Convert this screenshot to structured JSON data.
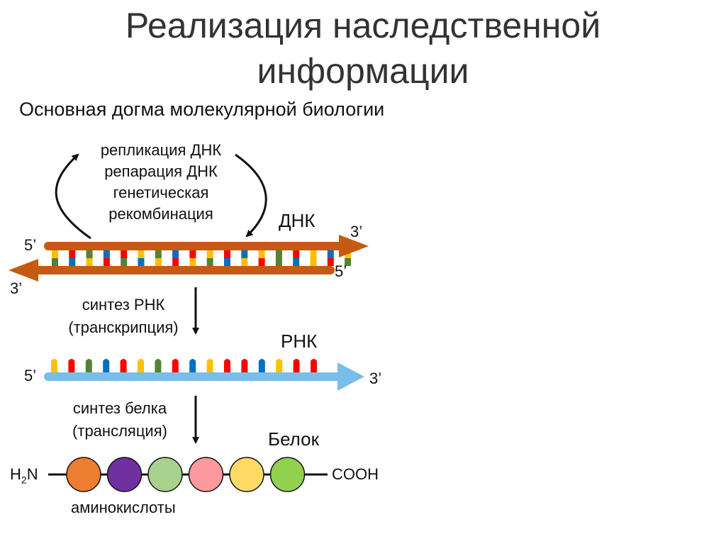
{
  "title_line1": "Реализация наследственной",
  "title_line2": "информации",
  "subtitle": "Основная догма молекулярной биологии",
  "replication": {
    "line1": "репликация ДНК",
    "line2": "репарация ДНК",
    "line3": "генетическая",
    "line4": "рекомбинация"
  },
  "dna": {
    "label": "ДНК",
    "top_start": "5’",
    "top_end": "3’",
    "bottom_start": "3’",
    "bottom_end": "5’",
    "strand_color": "#C55A11"
  },
  "transcription": {
    "line1": "синтез РНК",
    "line2": "(транскрипция)"
  },
  "rna": {
    "label": "РНК",
    "start": "5’",
    "end": "3’",
    "strand_color": "#7ABDE8"
  },
  "translation": {
    "line1": "синтез белка",
    "line2": "(трансляция)"
  },
  "protein": {
    "label": "Белок",
    "n_term": "H",
    "n_term_sub": "2",
    "n_term_end": "N",
    "c_term": "COOH",
    "caption": "аминокислоты",
    "amino_acid_colors": [
      "#ED7D31",
      "#7030A0",
      "#A9D18E",
      "#FF99A0",
      "#FFD966",
      "#92D050"
    ]
  },
  "base_colors": {
    "dna_top": [
      "#FFC000",
      "#FF0000",
      "#548235",
      "#0070C0",
      "#FF0000",
      "#FFC000",
      "#548235",
      "#0070C0",
      "#FF0000",
      "#FFC000",
      "#FF0000",
      "#0070C0",
      "#FFC000",
      "#548235",
      "#FF0000",
      "#FFC000",
      "#0070C0",
      "#FFC000"
    ],
    "dna_bottom": [
      "#548235",
      "#0070C0",
      "#FFC000",
      "#FF0000",
      "#548235",
      "#0070C0",
      "#FFC000",
      "#FF0000",
      "#FFC000",
      "#548235",
      "#0070C0",
      "#FFC000",
      "#FF0000",
      "#548235",
      "#0070C0",
      "#FFC000",
      "#FF0000",
      "#548235"
    ],
    "rna": [
      "#FFC000",
      "#FF0000",
      "#548235",
      "#0070C0",
      "#FF0000",
      "#FFC000",
      "#548235",
      "#FF0000",
      "#0070C0",
      "#FFC000",
      "#FF0000",
      "#FF0000",
      "#0070C0",
      "#FFC000",
      "#FF0000",
      "#FF0000"
    ]
  }
}
